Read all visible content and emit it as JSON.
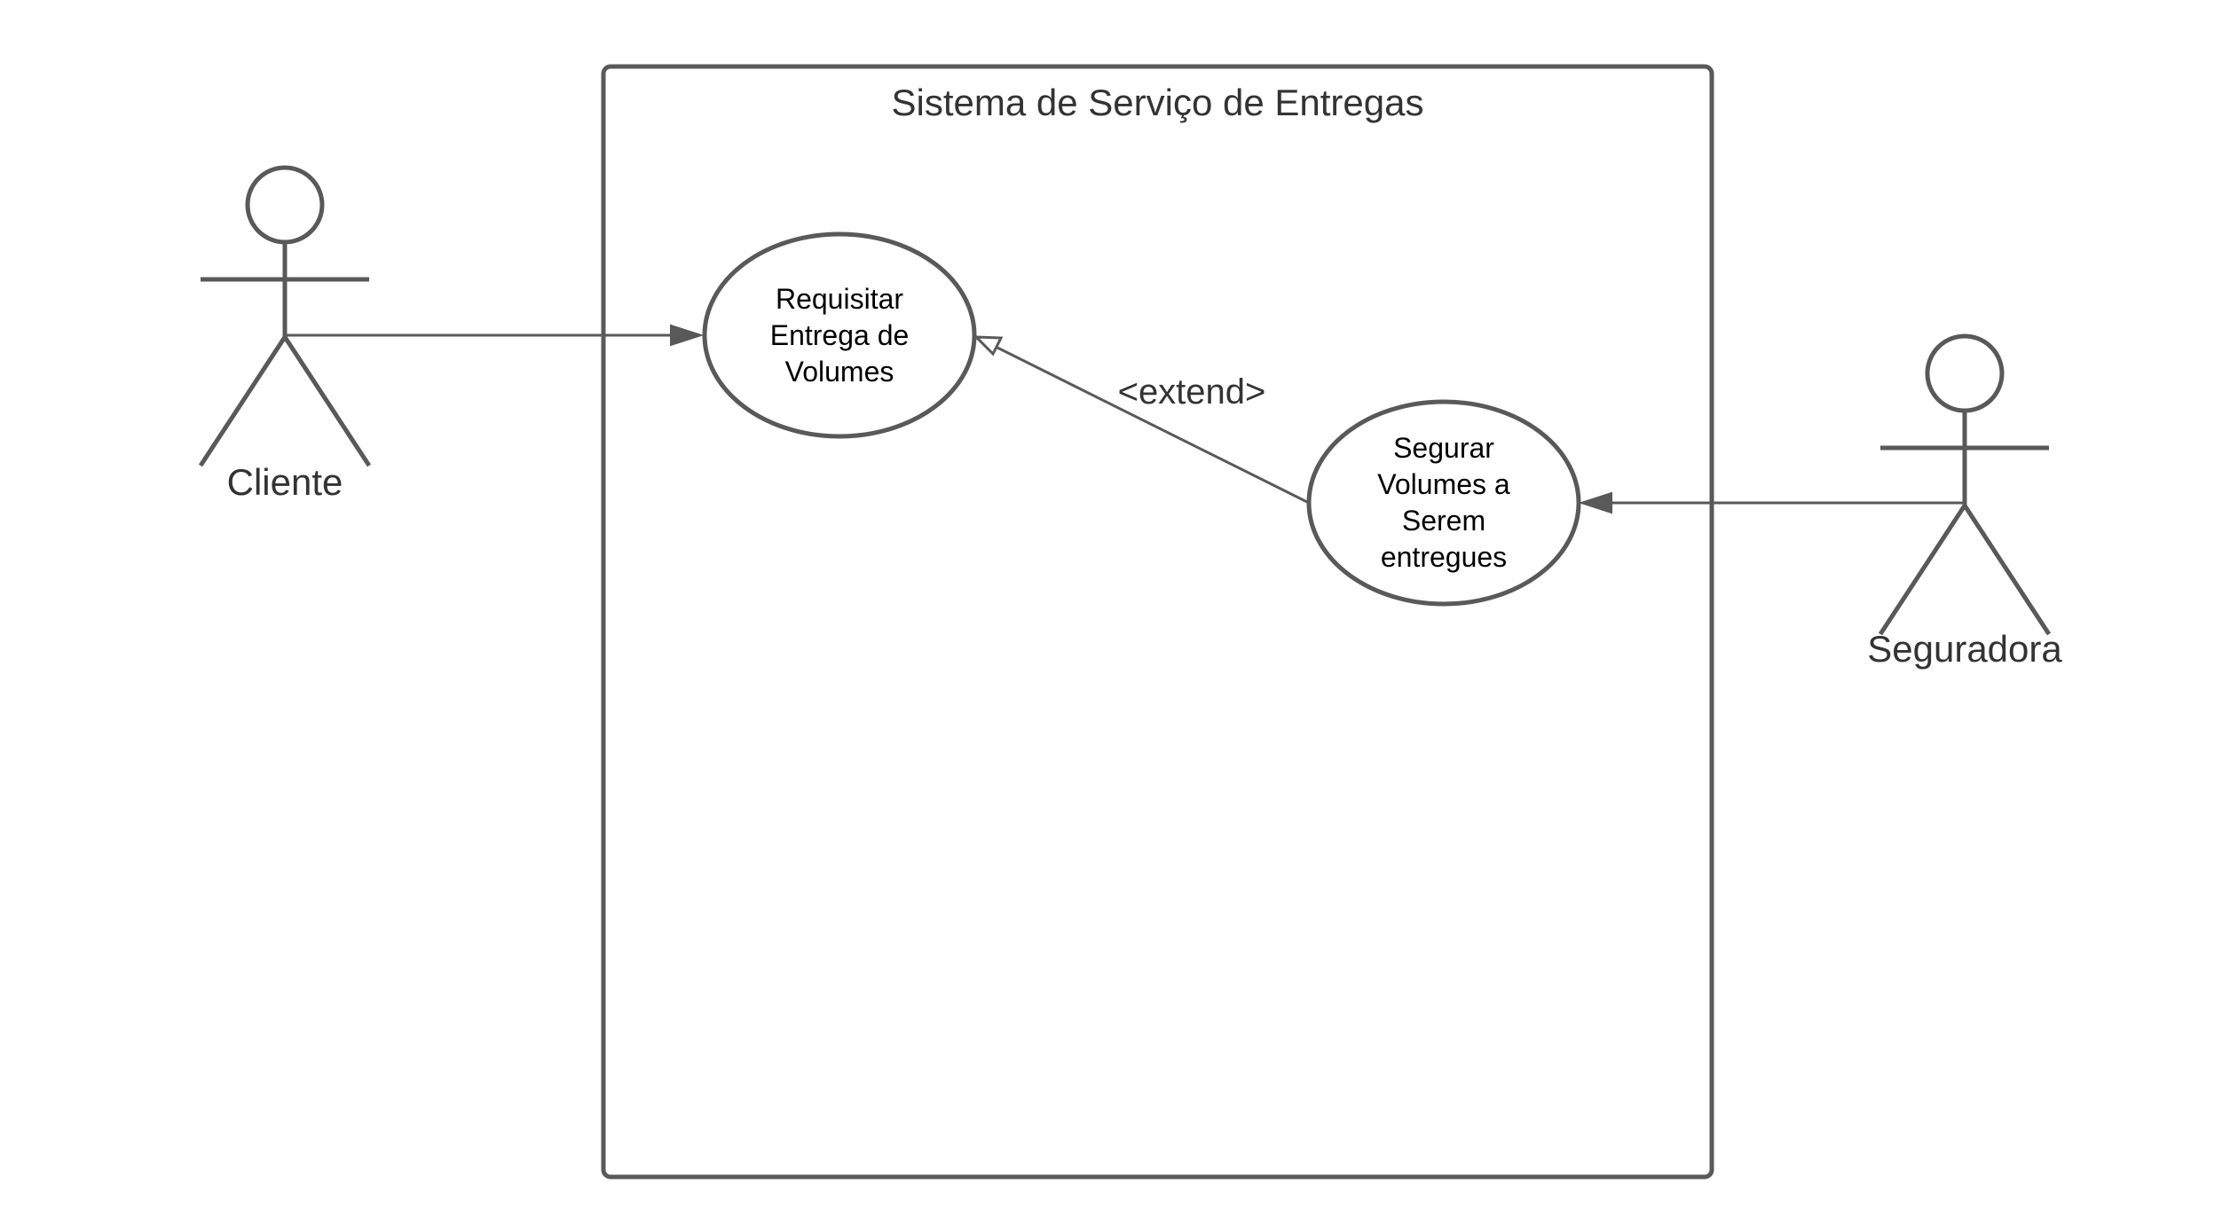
{
  "diagram": {
    "system": {
      "title": "Sistema de Serviço de Entregas"
    },
    "actors": [
      {
        "id": "cliente",
        "label": "Cliente"
      },
      {
        "id": "seguradora",
        "label": "Seguradora"
      }
    ],
    "use_cases": [
      {
        "id": "requisitar",
        "lines": [
          "Requisitar",
          "Entrega de",
          "Volumes"
        ]
      },
      {
        "id": "segurar",
        "lines": [
          "Segurar",
          "Volumes a",
          "Serem",
          "entregues"
        ]
      }
    ],
    "relations": [
      {
        "from": "cliente",
        "to": "requisitar",
        "type": "association"
      },
      {
        "from": "seguradora",
        "to": "segurar",
        "type": "association"
      },
      {
        "from": "segurar",
        "to": "requisitar",
        "type": "extend",
        "label": "<extend>"
      }
    ],
    "colors": {
      "stroke": "#595959",
      "text": "#333333",
      "usecase_text": "#000000",
      "background": "#ffffff"
    }
  }
}
